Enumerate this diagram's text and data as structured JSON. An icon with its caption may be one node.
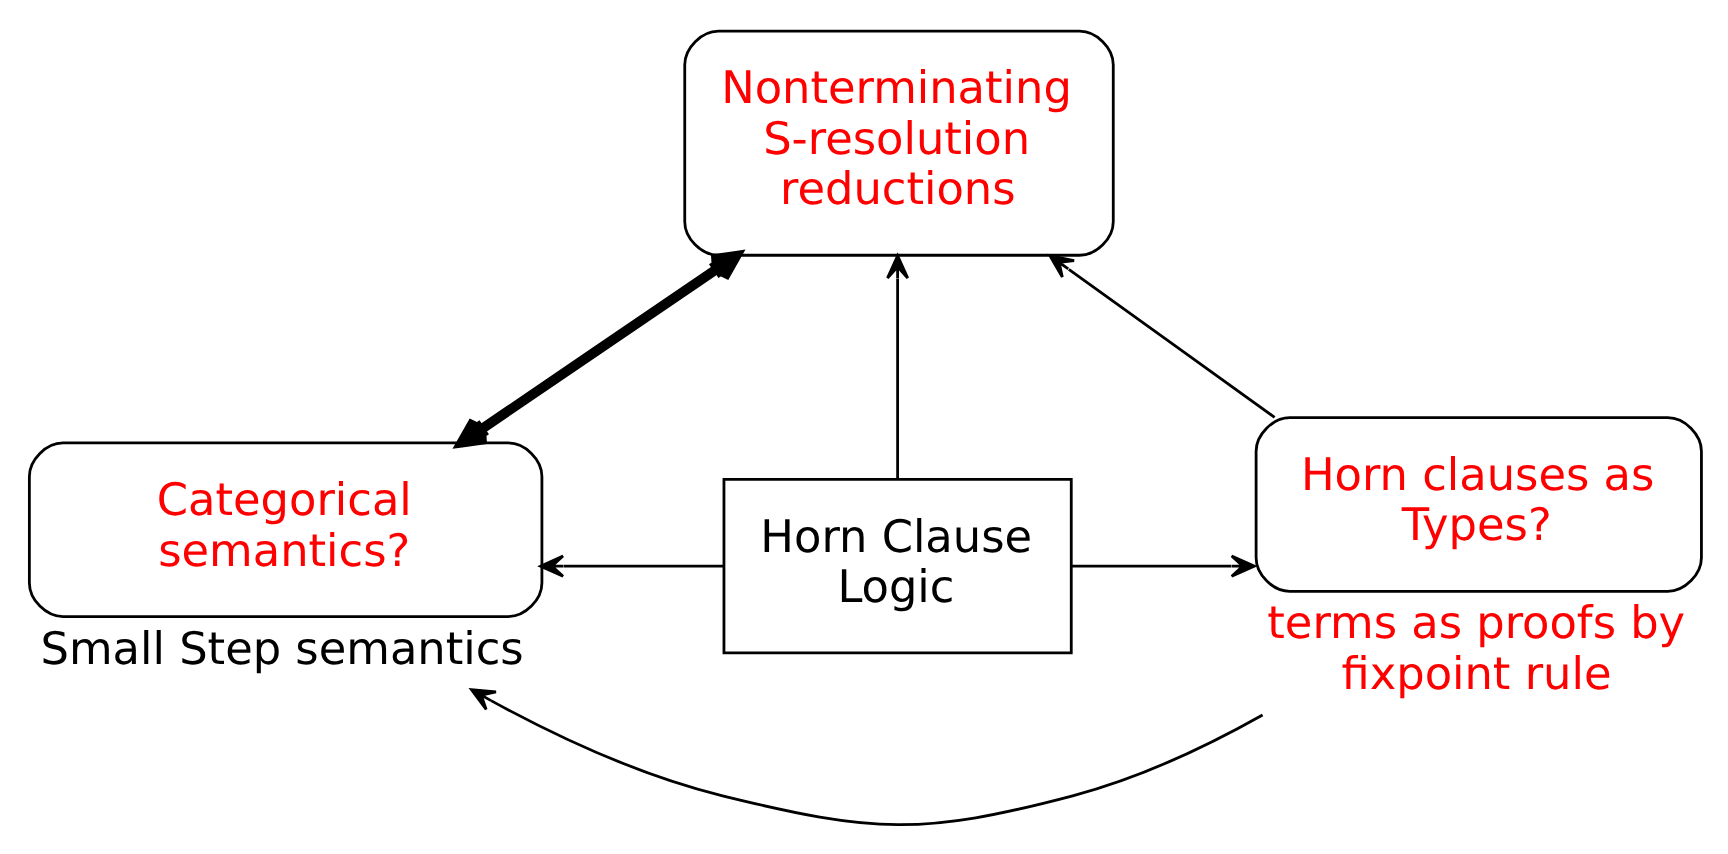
{
  "diagram": {
    "nodes": [
      {
        "text": [
          "Nonterminating S-resolution reductions"
        ]
      },
      {
        "text": [
          "Horn Clause Logic"
        ]
      },
      {
        "text": [
          "Categorical semantics?"
        ],
        "beside": [
          "Small Step semantics"
        ]
      },
      {
        "text": [
          "Horn clauses as Types?"
        ],
        "beside": [
          "terms as proofs by fixpoint rule"
        ]
      }
    ],
    "edges": [
      {
        "from": 1,
        "to": 0,
        "arrow": "to"
      },
      {
        "from": 2,
        "to": 0,
        "arrow": "both",
        "style": "thick"
      },
      {
        "from": 1,
        "to": 2,
        "arrow": "to"
      },
      {
        "from": 1,
        "to": 3,
        "arrow": "to"
      },
      {
        "from": 3,
        "to": 2,
        "arrow": "to"
      },
      {
        "from": 3,
        "to": 0,
        "arrow": "to"
      }
    ]
  }
}
